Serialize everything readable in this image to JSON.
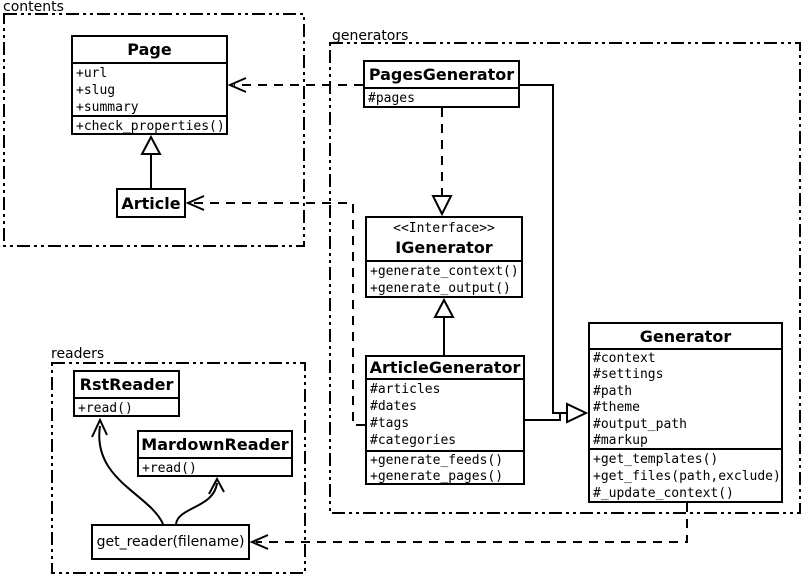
{
  "colors": {
    "background": "#ffffff",
    "foreground": "#000000"
  },
  "packages": {
    "contents": {
      "label": "contents"
    },
    "generators": {
      "label": "generators"
    },
    "readers": {
      "label": "readers"
    }
  },
  "classes": {
    "page": {
      "name": "Page",
      "attributes": [
        "+url",
        "+slug",
        "+summary"
      ],
      "methods": [
        "+check_properties()"
      ]
    },
    "article": {
      "name": "Article"
    },
    "pages_generator": {
      "name": "PagesGenerator",
      "attributes": [
        "#pages"
      ]
    },
    "igenerator": {
      "stereotype": "<<Interface>>",
      "name": "IGenerator",
      "methods": [
        "+generate_context()",
        "+generate_output()"
      ]
    },
    "article_generator": {
      "name": "ArticleGenerator",
      "attributes": [
        "#articles",
        "#dates",
        "#tags",
        "#categories"
      ],
      "methods": [
        "+generate_feeds()",
        "+generate_pages()"
      ]
    },
    "generator": {
      "name": "Generator",
      "attributes": [
        "#context",
        "#settings",
        "#path",
        "#theme",
        "#output_path",
        "#markup"
      ],
      "methods": [
        "+get_templates()",
        "+get_files(path,exclude)",
        "#_update_context()"
      ]
    },
    "rst_reader": {
      "name": "RstReader",
      "methods": [
        "+read()"
      ]
    },
    "mardown_reader": {
      "name": "MardownReader",
      "methods": [
        "+read()"
      ]
    },
    "get_reader": {
      "label": "get_reader(filename)"
    }
  },
  "relationships": [
    {
      "from": "Article",
      "to": "Page",
      "type": "inheritance"
    },
    {
      "from": "PagesGenerator",
      "to": "Page",
      "type": "dependency"
    },
    {
      "from": "PagesGenerator",
      "to": "IGenerator",
      "type": "realization"
    },
    {
      "from": "ArticleGenerator",
      "to": "IGenerator",
      "type": "inheritance"
    },
    {
      "from": "PagesGenerator",
      "to": "Generator",
      "type": "inheritance"
    },
    {
      "from": "ArticleGenerator",
      "to": "Generator",
      "type": "inheritance"
    },
    {
      "from": "ArticleGenerator",
      "to": "Article",
      "type": "dependency"
    },
    {
      "from": "Generator",
      "to": "get_reader(filename)",
      "type": "dependency"
    },
    {
      "from": "get_reader(filename)",
      "to": "RstReader",
      "type": "arrow"
    },
    {
      "from": "get_reader(filename)",
      "to": "MardownReader",
      "type": "arrow"
    }
  ]
}
